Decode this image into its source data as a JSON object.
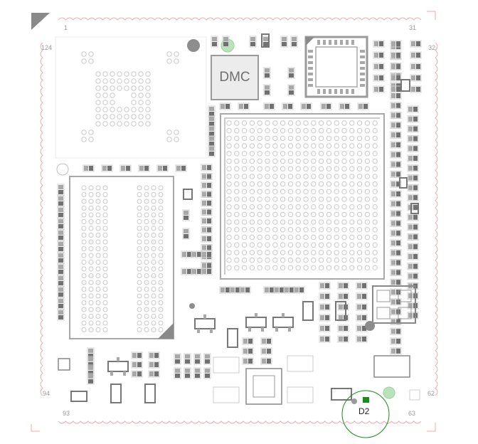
{
  "board": {
    "chip_label": "DMC",
    "pin_labels": {
      "top_left": "1",
      "top_right": "31",
      "right_top": "32",
      "left_top": "124",
      "left_bottom": "94",
      "bottom_left": "93",
      "bottom_right": "63",
      "right_bottom": "62"
    },
    "highlight": {
      "label": "D2",
      "color": "#1a8a1a"
    }
  },
  "colors": {
    "outline": "#f2aaaa",
    "pad": "#a8a8a8",
    "pad_dark": "#707070",
    "ball": "#c9c9c9",
    "highlight": "#1a8a1a",
    "fiducial": "#b9e4b9"
  }
}
